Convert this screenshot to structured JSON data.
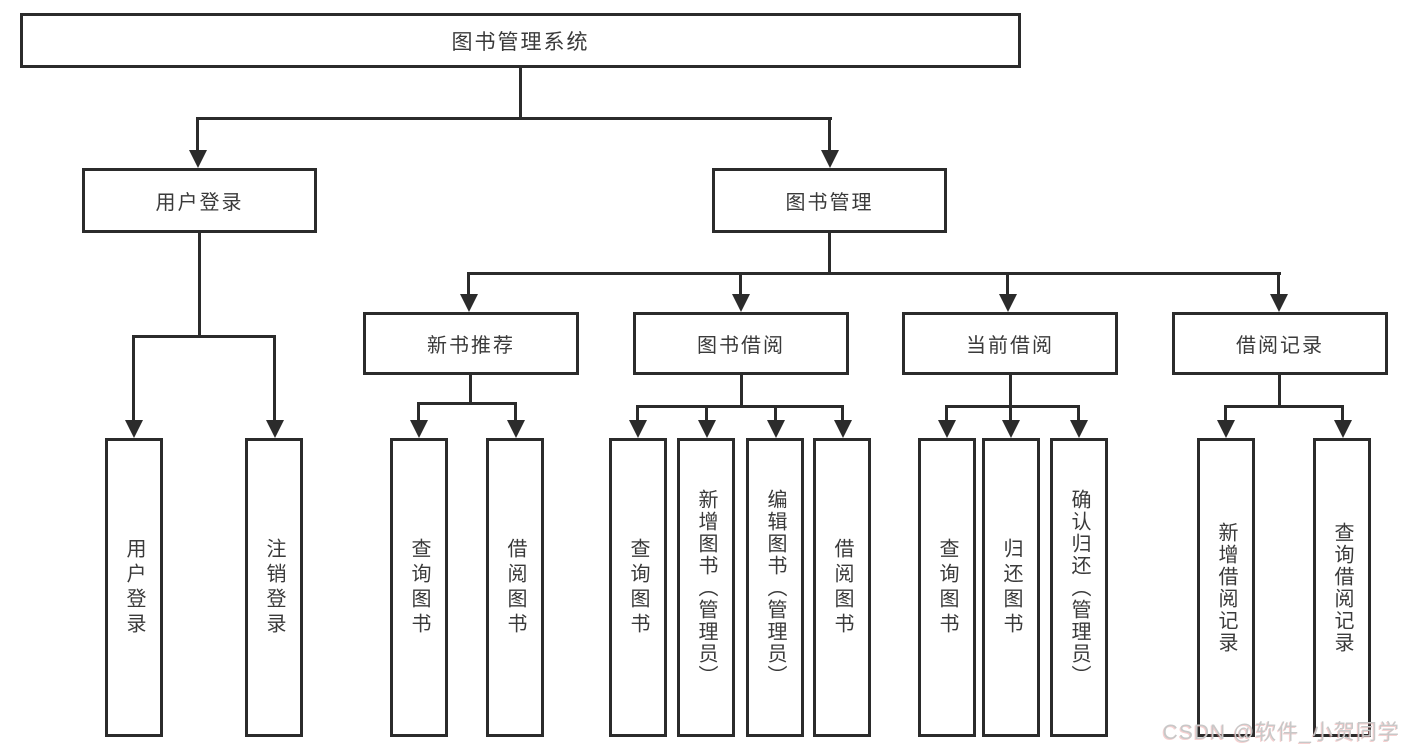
{
  "colors": {
    "line": "#2b2b2b",
    "box_border": "#2b2b2b",
    "text": "#3a3a3a",
    "background": "#ffffff",
    "watermark": "#c8c8c8"
  },
  "tree": {
    "root": {
      "label": "图书管理系统"
    },
    "branches": [
      {
        "label": "用户登录",
        "children": [
          {
            "label": "用户登录"
          },
          {
            "label": "注销登录"
          }
        ]
      },
      {
        "label": "图书管理",
        "groups": [
          {
            "label": "新书推荐",
            "children": [
              {
                "label": "查询图书"
              },
              {
                "label": "借阅图书"
              }
            ]
          },
          {
            "label": "图书借阅",
            "children": [
              {
                "label": "查询图书"
              },
              {
                "label": "新增图书（管理员）"
              },
              {
                "label": "编辑图书（管理员）"
              },
              {
                "label": "借阅图书"
              }
            ]
          },
          {
            "label": "当前借阅",
            "children": [
              {
                "label": "查询图书"
              },
              {
                "label": "归还图书"
              },
              {
                "label": "确认归还（管理员）"
              }
            ]
          },
          {
            "label": "借阅记录",
            "children": [
              {
                "label": "新增借阅记录"
              },
              {
                "label": "查询借阅记录"
              }
            ]
          }
        ]
      }
    ]
  },
  "watermark": {
    "text": "CSDN @软件_小贺同学"
  }
}
